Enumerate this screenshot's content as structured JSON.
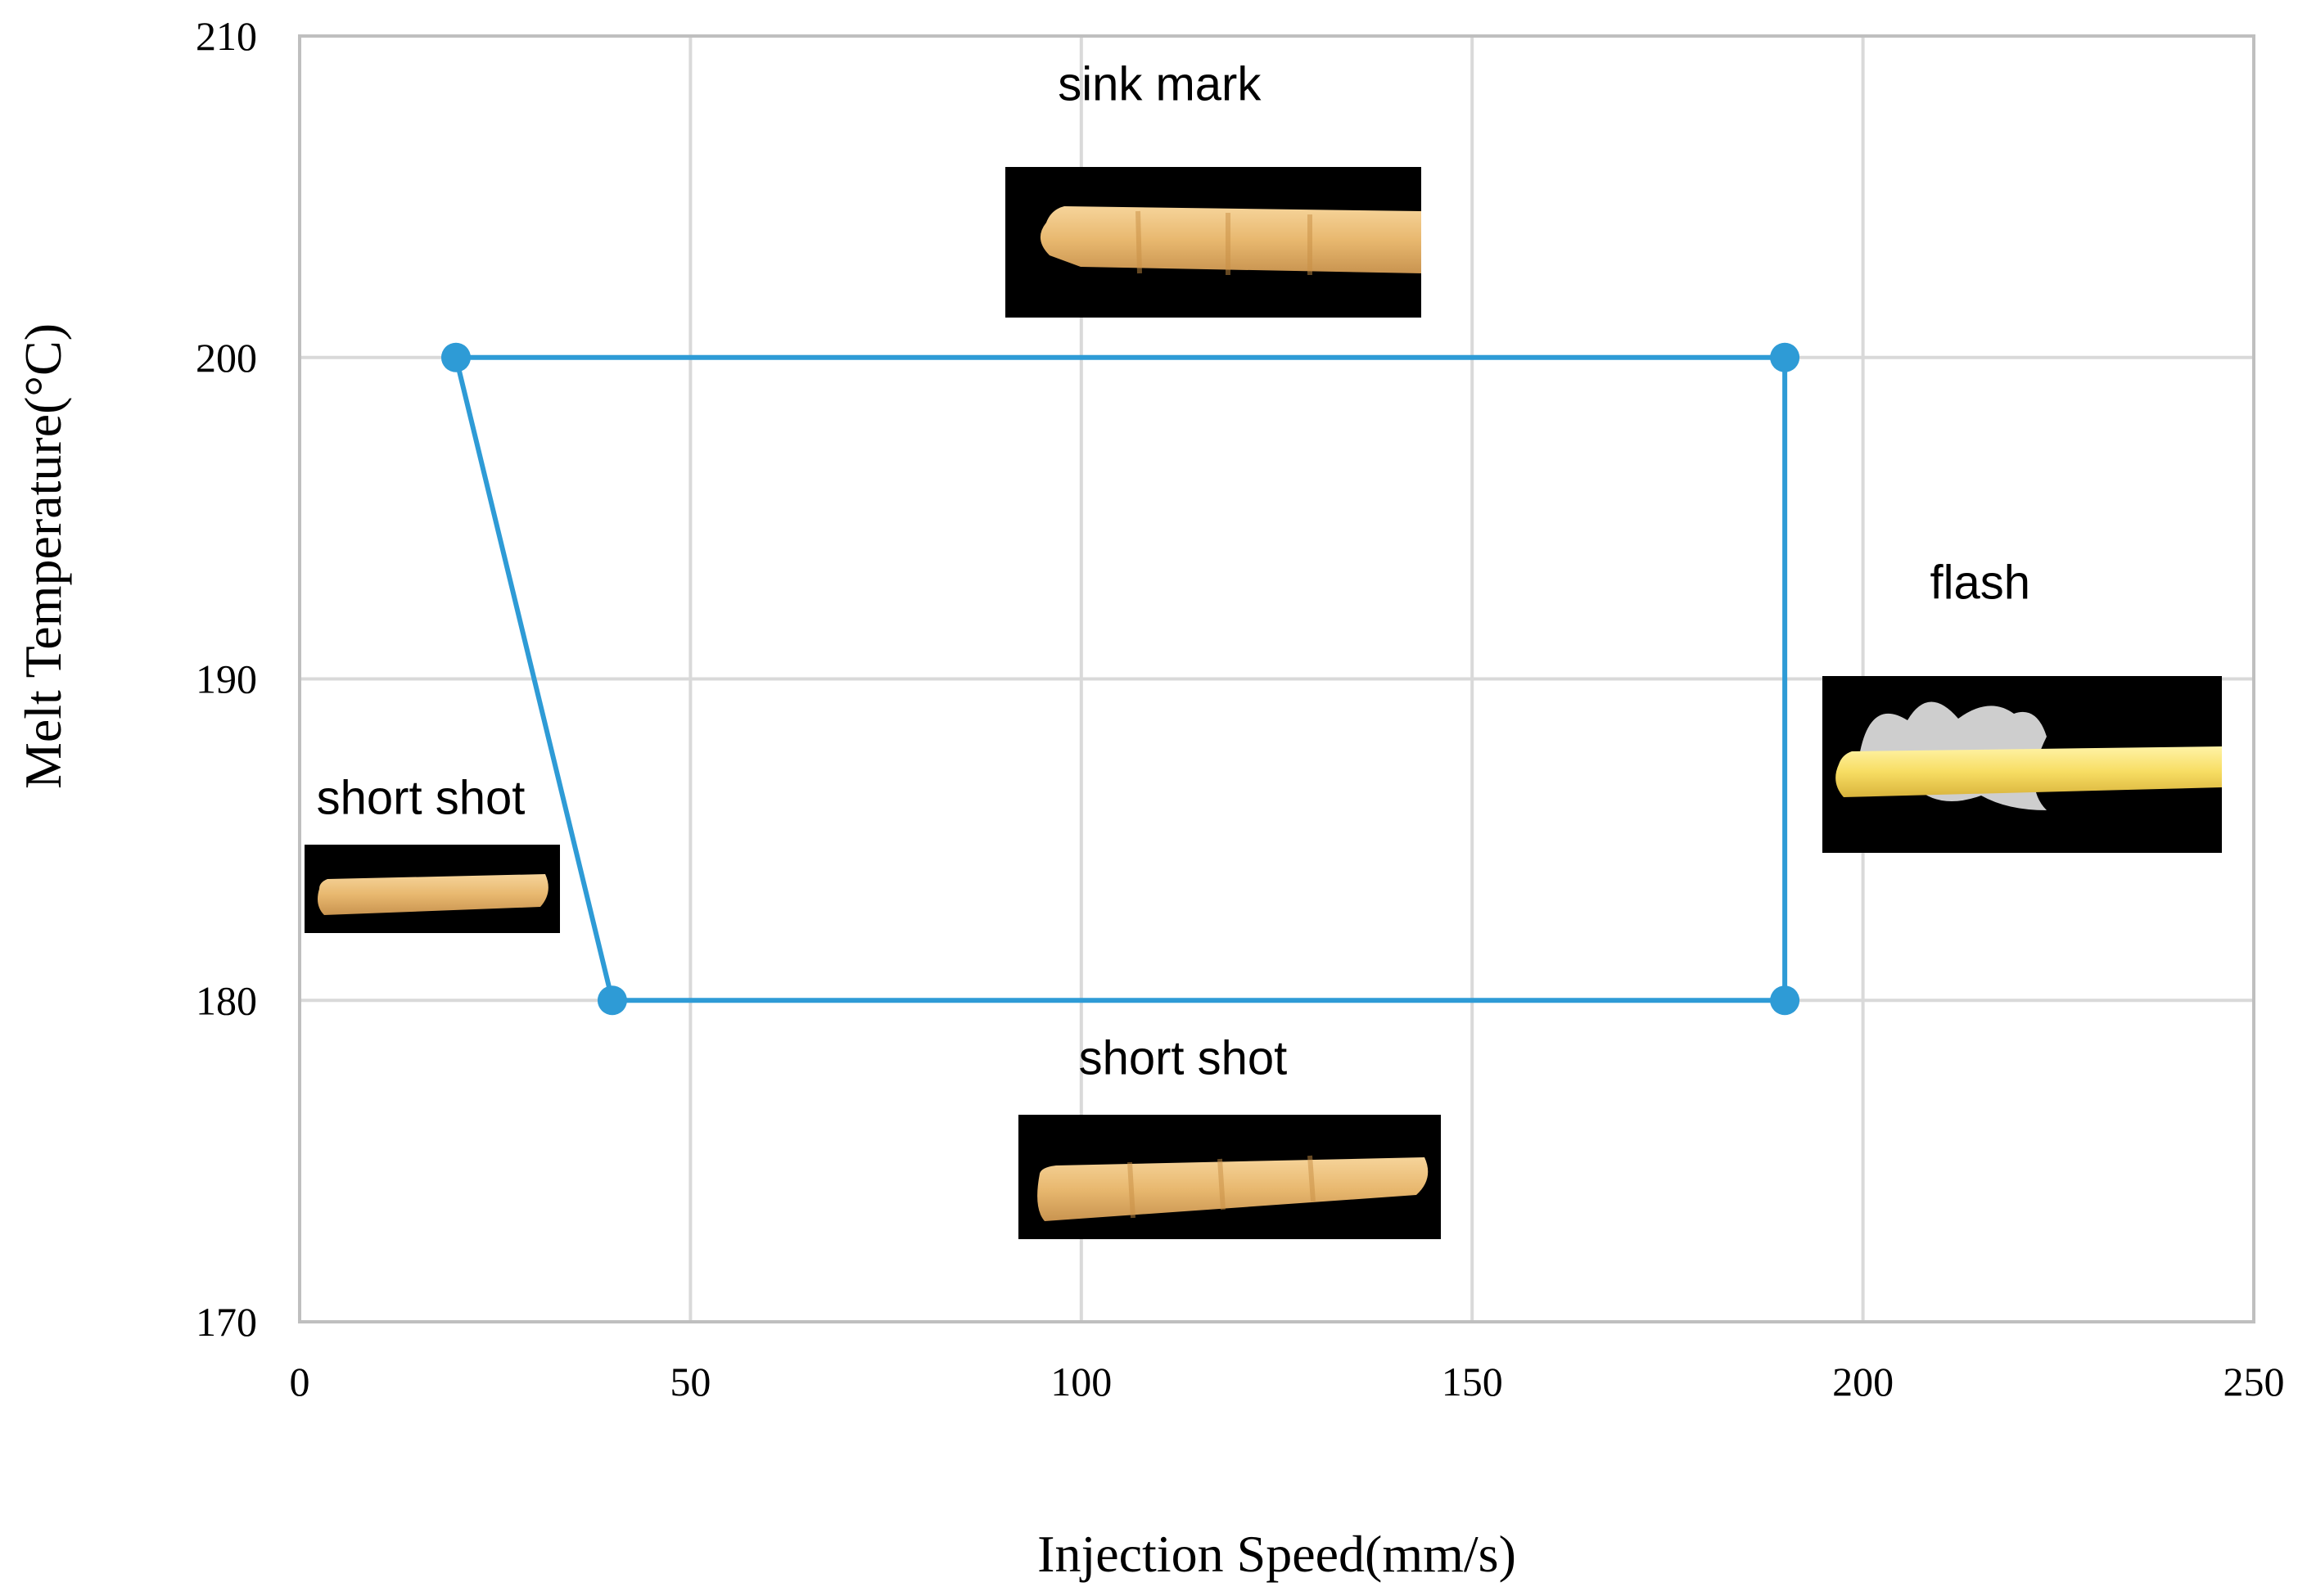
{
  "chart_data": {
    "type": "line",
    "title": "",
    "xlabel": "Injection Speed(mm/s)",
    "ylabel": "Melt Temperature(°C)",
    "xlim": [
      0,
      250
    ],
    "ylim": [
      170,
      210
    ],
    "x_ticks": [
      "0",
      "50",
      "100",
      "150",
      "200",
      "250"
    ],
    "y_ticks": [
      "170",
      "180",
      "190",
      "200",
      "210"
    ],
    "grid": true,
    "legend": "none",
    "line_color": "#2e9bd6",
    "series": [
      {
        "name": "",
        "points": [
          {
            "x": 20,
            "y": 200
          },
          {
            "x": 190,
            "y": 200
          },
          {
            "x": 190,
            "y": 180
          },
          {
            "x": 40,
            "y": 180
          },
          {
            "x": 20,
            "y": 200
          }
        ]
      }
    ],
    "annotations": [
      {
        "id": "sink-mark",
        "text": "sink mark",
        "x": 110,
        "y": 208,
        "anchor": "middle",
        "photo": "sink-mark-part"
      },
      {
        "id": "flash",
        "text": "flash",
        "x": 215,
        "y": 192.5,
        "anchor": "middle",
        "photo": "flash-part"
      },
      {
        "id": "short-shot-left",
        "text": "short shot",
        "x": 15.5,
        "y": 185.8,
        "anchor": "middle",
        "photo": "short-shot-part"
      },
      {
        "id": "short-shot-bottom",
        "text": "short shot",
        "x": 113,
        "y": 177.7,
        "anchor": "middle",
        "photo": "short-shot-part"
      }
    ]
  }
}
